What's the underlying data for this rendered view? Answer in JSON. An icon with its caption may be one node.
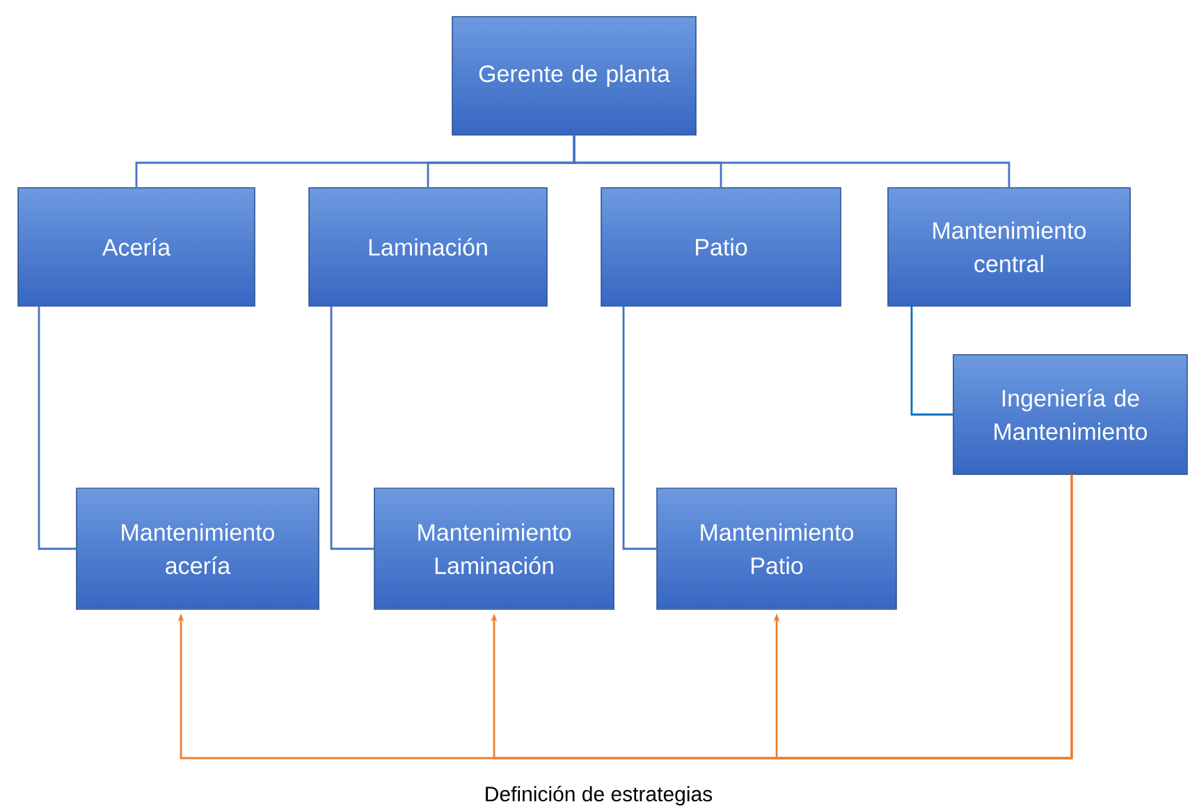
{
  "diagram": {
    "nodes": [
      {
        "text": [
          "Gerente de planta"
        ]
      },
      {
        "text": [
          "Acería"
        ]
      },
      {
        "text": [
          "Laminación"
        ]
      },
      {
        "text": [
          "Patio"
        ]
      },
      {
        "text": [
          "Mantenimiento central"
        ]
      },
      {
        "text": [
          "Ingeniería de Mantenimiento"
        ]
      },
      {
        "text": [
          "Mantenimiento acería"
        ]
      },
      {
        "text": [
          "Mantenimiento Laminación"
        ]
      },
      {
        "text": [
          "Mantenimiento Patio"
        ]
      }
    ],
    "edges": [
      {
        "from": 0,
        "to": 1,
        "arrow": "none"
      },
      {
        "from": 0,
        "to": 2,
        "arrow": "none"
      },
      {
        "from": 0,
        "to": 3,
        "arrow": "none"
      },
      {
        "from": 0,
        "to": 4,
        "arrow": "none"
      },
      {
        "from": 1,
        "to": 6,
        "arrow": "none"
      },
      {
        "from": 2,
        "to": 7,
        "arrow": "none"
      },
      {
        "from": 3,
        "to": 8,
        "arrow": "none"
      },
      {
        "from": 4,
        "to": 5,
        "arrow": "none",
        "color": "#0070c0"
      },
      {
        "from": 5,
        "to": 6,
        "arrow": "to",
        "color": "#ed7d31"
      },
      {
        "from": 5,
        "to": 7,
        "arrow": "to",
        "color": "#ed7d31"
      },
      {
        "from": 5,
        "to": 8,
        "arrow": "to",
        "color": "#ed7d31"
      }
    ],
    "labels": [
      "Definición de estrategias"
    ]
  }
}
